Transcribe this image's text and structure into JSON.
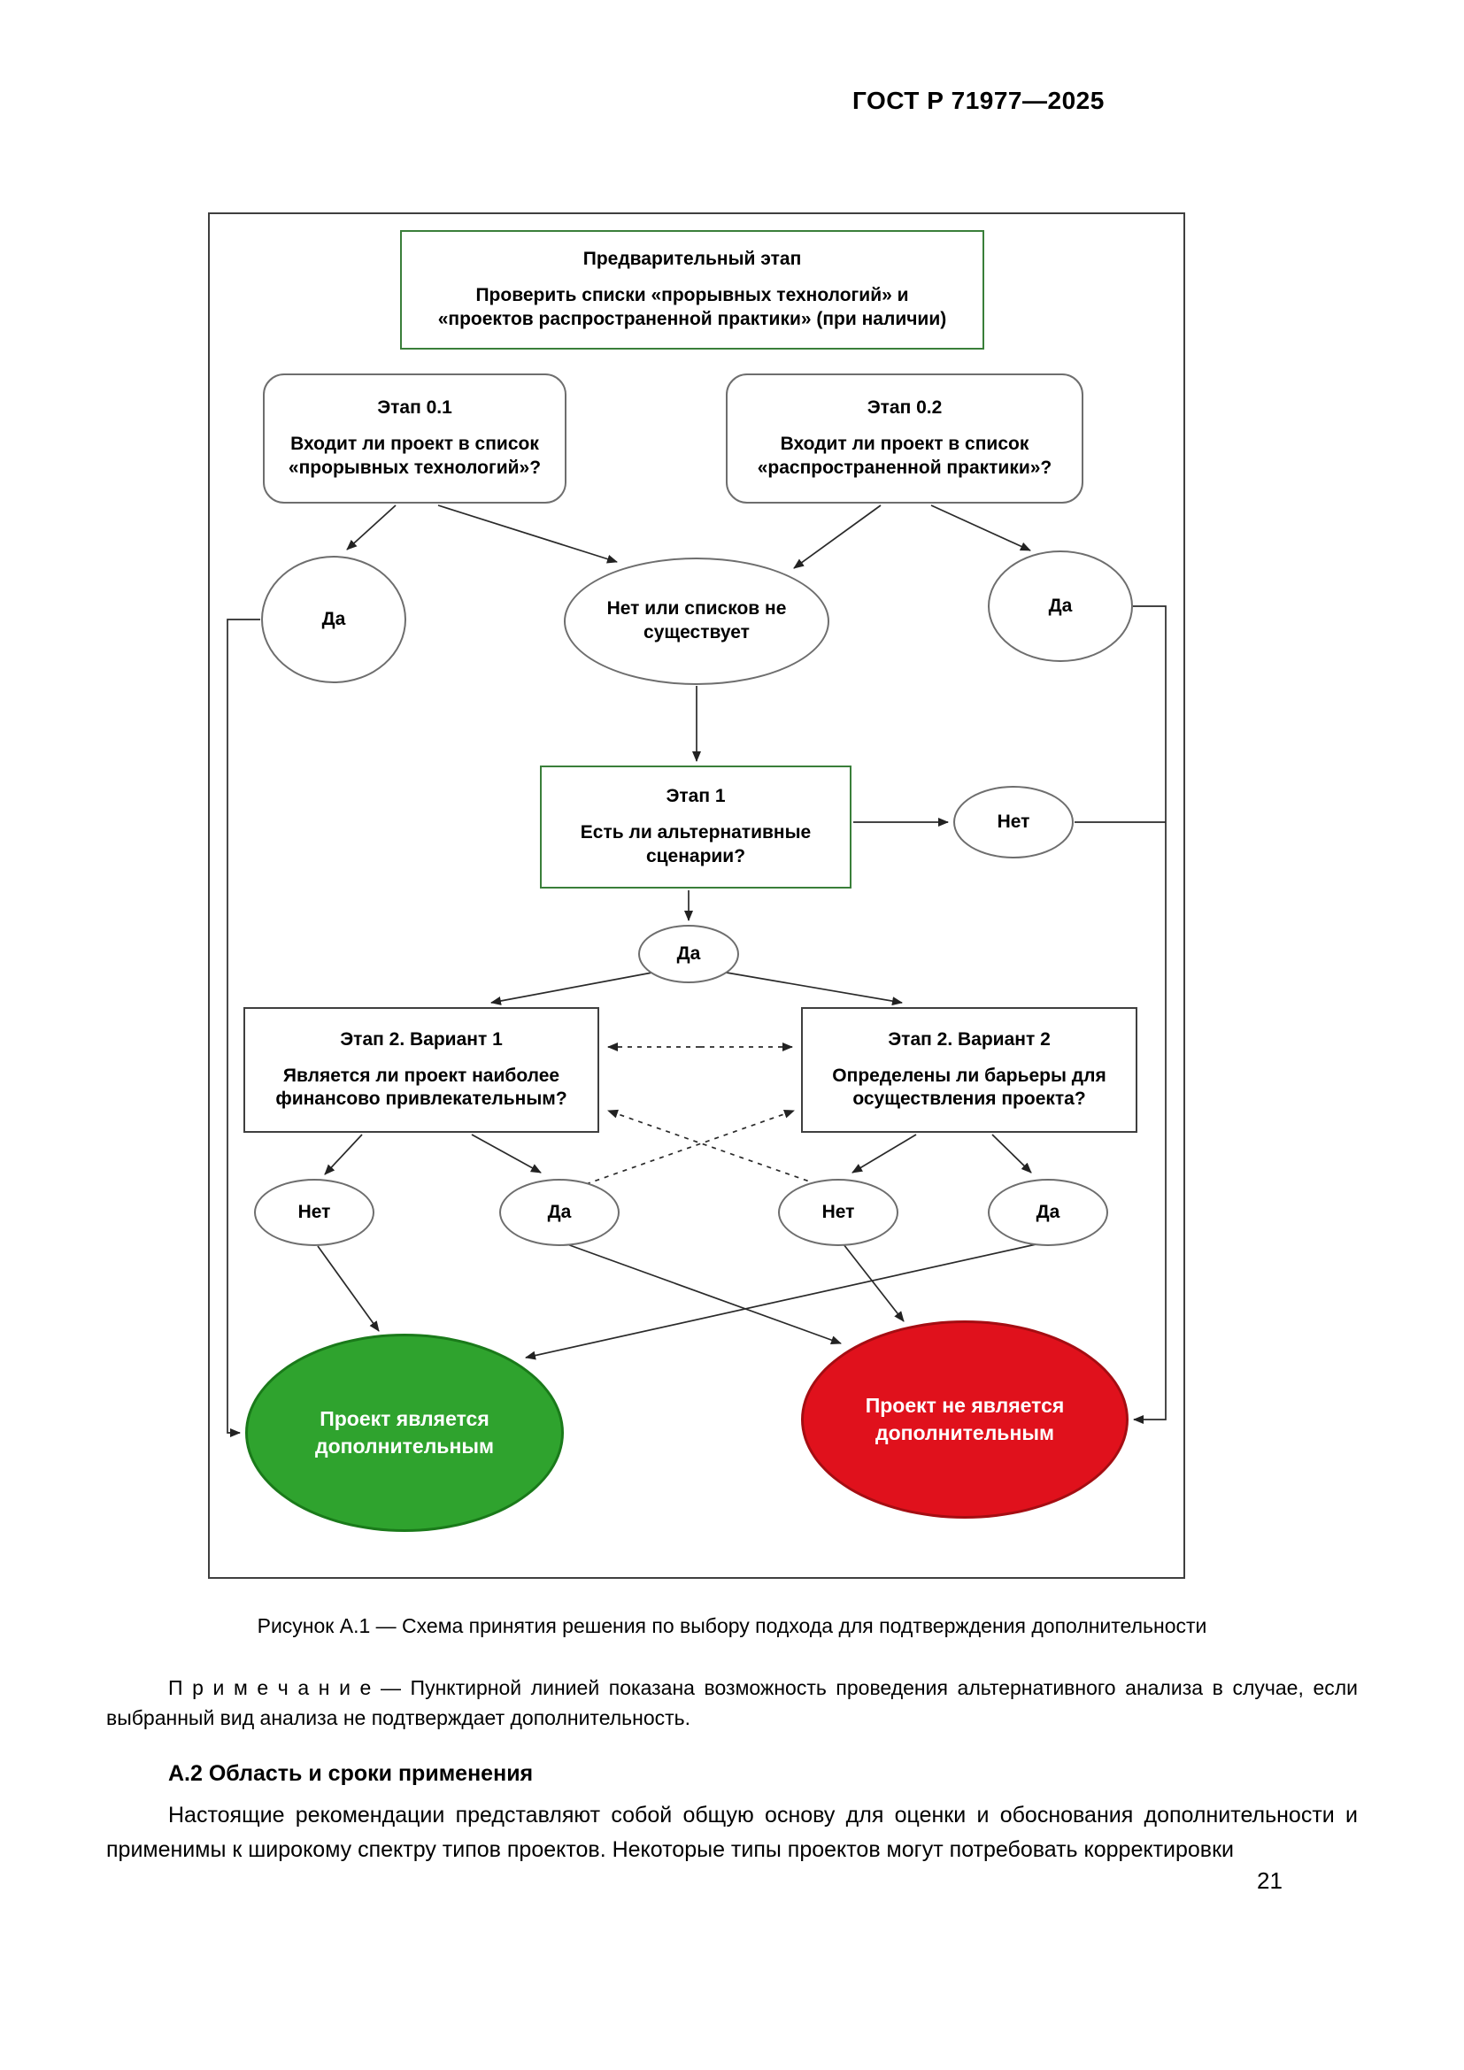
{
  "header": {
    "doc_code": "ГОСТ Р 71977—2025"
  },
  "flowchart": {
    "preliminary": {
      "title": "Предварительный этап",
      "text": "Проверить списки «прорывных технологий» и «проектов распространенной практики» (при наличии)"
    },
    "stage01": {
      "title": "Этап 0.1",
      "text": "Входит ли проект в список «прорывных технологий»?"
    },
    "stage02": {
      "title": "Этап 0.2",
      "text": "Входит ли проект в список «распространенной практики»?"
    },
    "ellipse_yes_left": "Да",
    "ellipse_no_lists": "Нет или списков не существует",
    "ellipse_yes_right": "Да",
    "stage1": {
      "title": "Этап 1",
      "text": "Есть ли альтернативные сценарии?"
    },
    "ellipse_stage1_no": "Нет",
    "ellipse_stage1_yes": "Да",
    "variant1": {
      "title": "Этап 2. Вариант 1",
      "text": "Является ли проект наиболее финансово привлекательным?"
    },
    "variant2": {
      "title": "Этап 2. Вариант 2",
      "text": "Определены ли барьеры для осуществления проекта?"
    },
    "ellipse_v1_no": "Нет",
    "ellipse_v1_yes": "Да",
    "ellipse_v2_no": "Нет",
    "ellipse_v2_yes": "Да",
    "result_additional": "Проект является дополнительным",
    "result_not_additional": "Проект не является дополнительным",
    "colors": {
      "additional_fill": "#2FA32E",
      "not_additional_fill": "#E0111C",
      "green_border": "#3A7F3A"
    }
  },
  "caption": "Рисунок А.1 — Схема принятия решения по выбору подхода для подтверждения дополнительности",
  "note": {
    "label": "П р и м е ч а н и е",
    "text": "— Пунктирной линией показана возможность проведения альтернативного анализа в случае, если выбранный вид анализа не подтверждает дополнительность."
  },
  "section": {
    "heading": "А.2  Область и сроки применения",
    "paragraph": "Настоящие рекомендации представляют собой общую основу для оценки и обоснования дополнительности и применимы к широкому спектру типов проектов. Некоторые типы проектов могут потребовать корректировки"
  },
  "footer": {
    "page_number": "21"
  }
}
